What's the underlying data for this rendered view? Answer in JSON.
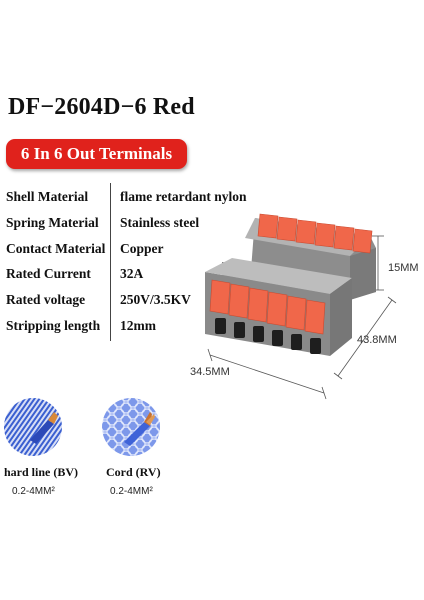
{
  "product": {
    "title": "DF−2604D−6 Red",
    "badge": "6 In 6 Out Terminals"
  },
  "specs": [
    {
      "label": "Shell Material",
      "value": "flame retardant nylon"
    },
    {
      "label": "Spring Material",
      "value": "Stainless steel"
    },
    {
      "label": "Contact Material",
      "value": "Copper"
    },
    {
      "label": "Rated Current",
      "value": "32A"
    },
    {
      "label": "Rated voltage",
      "value": "250V/3.5KV"
    },
    {
      "label": "Stripping length",
      "value": "12mm"
    }
  ],
  "dimensions": {
    "height": "15MM",
    "length": "43.8MM",
    "width": "34.5MM"
  },
  "wires": [
    {
      "name": "hard line (BV)",
      "range": "0.2-4MM²",
      "icon": "solid-wire-icon"
    },
    {
      "name": "Cord (RV)",
      "range": "0.2-4MM²",
      "icon": "stranded-wire-icon"
    }
  ],
  "colors": {
    "badge": "#e0221c",
    "lever": "#f0674a",
    "housing": "#9a9a9a",
    "solid_wire_blue": "#3a5fd0",
    "stranded_wire_blue": "#6f8fe8"
  }
}
